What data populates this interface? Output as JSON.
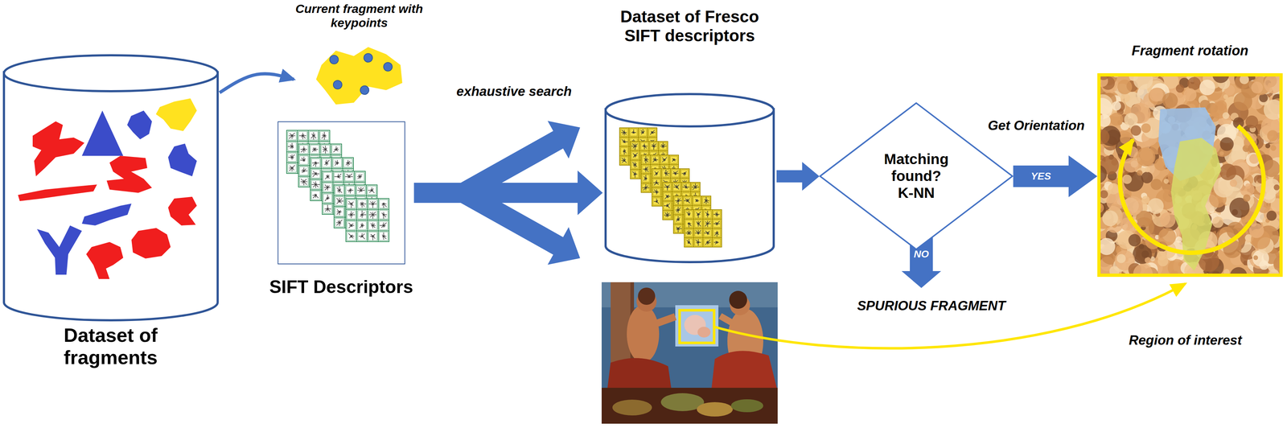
{
  "diagram": {
    "nodes": [
      {
        "text": [
          "Dataset of fragments"
        ]
      },
      {
        "text": [
          "Current fragment with keypoints"
        ]
      },
      {
        "text": [
          "SIFT Descriptors"
        ]
      },
      {
        "text": [
          "Dataset of Fresco SIFT descriptors"
        ]
      },
      {
        "text": [
          "Matching found?",
          "K-NN"
        ]
      },
      {
        "text": [
          "Fragment rotation"
        ]
      }
    ],
    "edges": [
      {
        "from": 0,
        "to": 1,
        "arrow": "to"
      },
      {
        "from": 2,
        "to": 3,
        "label": "exhaustive search",
        "arrow": "to"
      },
      {
        "from": 3,
        "to": 4,
        "arrow": "to"
      },
      {
        "from": 4,
        "to": 5,
        "label": "YES",
        "arrow": "to"
      }
    ],
    "labels": [
      "Get Orientation",
      "NO",
      "SPURIOUS FRAGMENT",
      "Region of interest"
    ]
  }
}
